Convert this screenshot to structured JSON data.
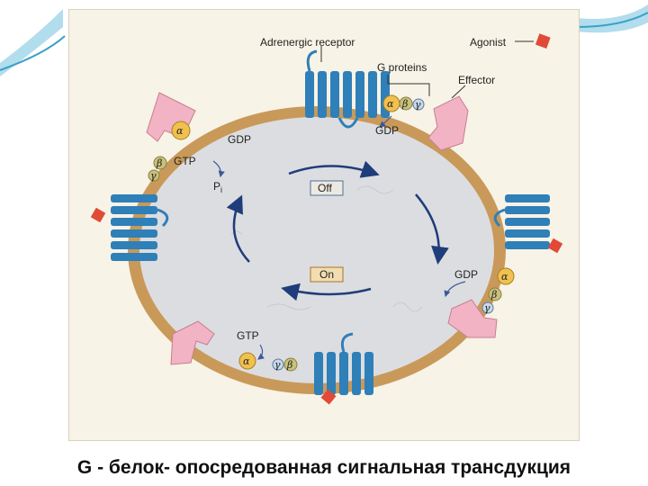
{
  "labels": {
    "adrenergic_receptor": "Adrenergic receptor",
    "agonist": "Agonist",
    "g_proteins": "G proteins",
    "effector": "Effector",
    "gdp_top": "GDP",
    "gdp_left": "GDP",
    "gtp_left": "GTP",
    "pi": "P",
    "pi_sub": "i",
    "off": "Off",
    "on": "On",
    "gdp_right": "GDP",
    "gtp_bottom": "GTP"
  },
  "greek": {
    "alpha": "α",
    "beta": "β",
    "gamma": "γ"
  },
  "caption": "G - белок- опосредованная  сигнальная трансдукция",
  "colors": {
    "membrane": "#c9995a",
    "cell_interior": "#dcdde0",
    "receptor": "#2f7fb8",
    "effector": "#f2b3c4",
    "agonist": "#e04a37",
    "alpha_subunit": "#f0c050",
    "beta_gamma_subunit": "#c9c07a",
    "arrow": "#1f3d7a"
  }
}
